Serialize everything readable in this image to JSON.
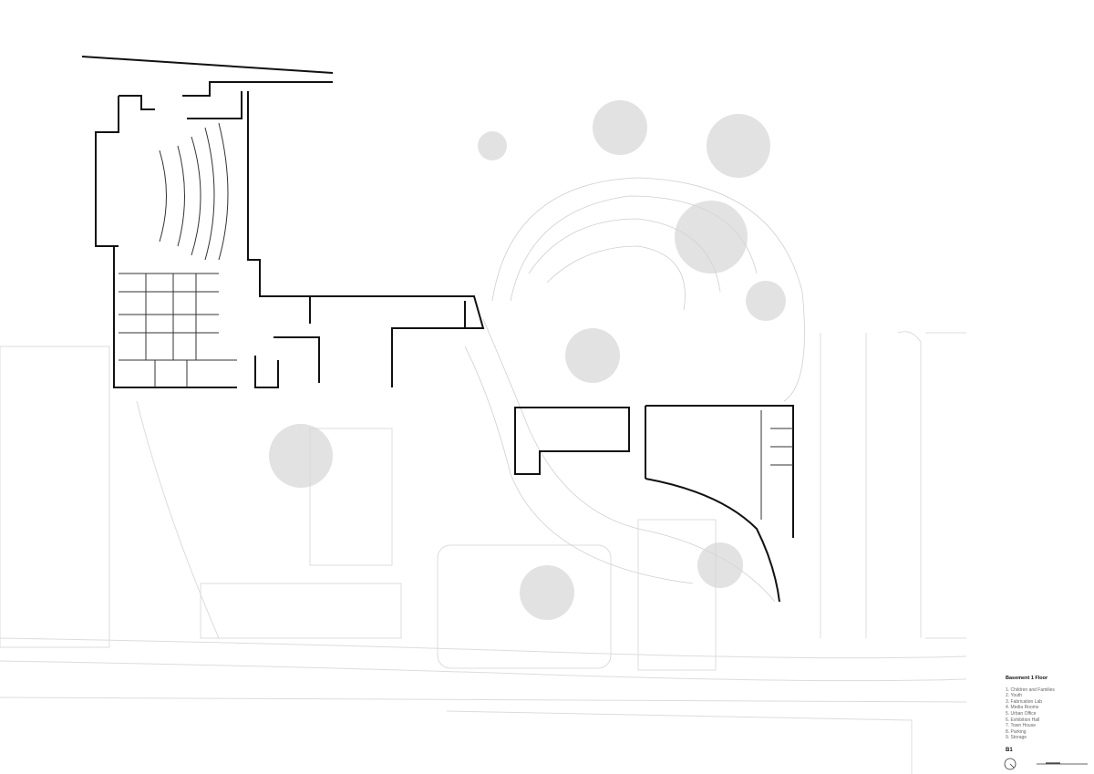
{
  "legend": {
    "title": "Basement 1 Floor",
    "items": [
      "1. Children and Families",
      "2. Youth",
      "3. Fabrication Lab",
      "4. Media Rooms",
      "5. Urban Office",
      "6. Exhibition Hall",
      "7. Town House",
      "8. Parking",
      "9. Storage"
    ]
  },
  "sheet_label": "B1",
  "icons": [
    "north-arrow-icon",
    "scale-bar-icon"
  ],
  "colors": {
    "walls": "#111111",
    "context": "#d8d8d8",
    "landscape": "#bdbdbd"
  }
}
